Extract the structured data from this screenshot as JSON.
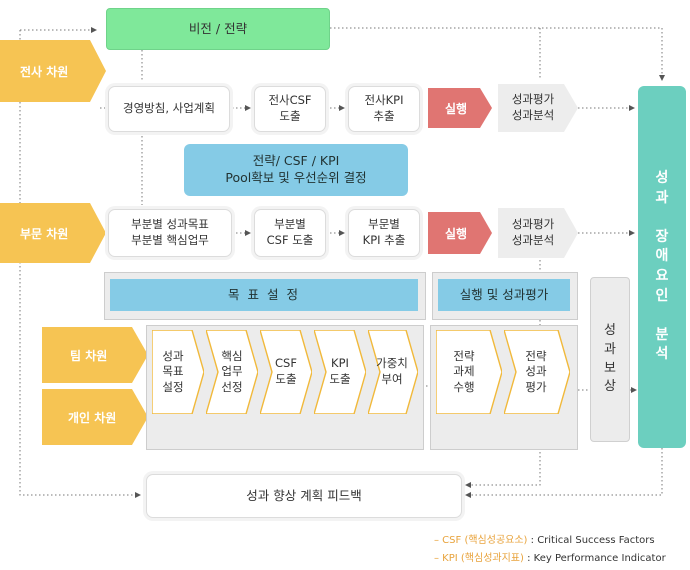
{
  "top_box": "비전 / 전략",
  "company": {
    "label": "전사 차원",
    "steps": [
      "경영방침, 사업계획",
      "전사CSF\n도출",
      "전사KPI\n추출"
    ],
    "exec": "실행",
    "result": "성과평가\n성과분석"
  },
  "pool_box": "전략/ CSF / KPI\nPool확보 및 우선순위 결정",
  "dept": {
    "label": "부문 차원",
    "steps": [
      "부분별 성과목표\n부분별 핵심업무",
      "부분별\nCSF 도출",
      "부문별\nKPI 추출"
    ],
    "exec": "실행",
    "result": "성과평가\n성과분석"
  },
  "goal_header": "목 표 설 정",
  "exec_header": "실행 및 성과평가",
  "team_label": "팀 차원",
  "individual_label": "개인 차원",
  "goal_steps": [
    "성과\n목표\n설정",
    "핵심\n업무\n선정",
    "CSF\n도출",
    "KPI\n도출",
    "가중치\n부여"
  ],
  "exec_steps": [
    "전략\n과제\n수행",
    "전략\n성과\n평가"
  ],
  "reward_box": "성\n과\n보\n상",
  "analysis_box": "성\n과\n \n장\n애\n요\n인\n \n분\n석",
  "feedback_box": "성과 향상 계획 피드백",
  "legend": {
    "csf_term": "– CSF (핵심성공요소)",
    "csf_def": ": Critical Success Factors",
    "kpi_term": "– KPI (핵심성과지표)",
    "kpi_def": ": Key Performance Indicator"
  },
  "colors": {
    "side_label": "#f6c453",
    "exec": "#e07572",
    "vision": "#7fe89a",
    "pool": "#85cbe6",
    "analysis": "#6ccfbf"
  }
}
